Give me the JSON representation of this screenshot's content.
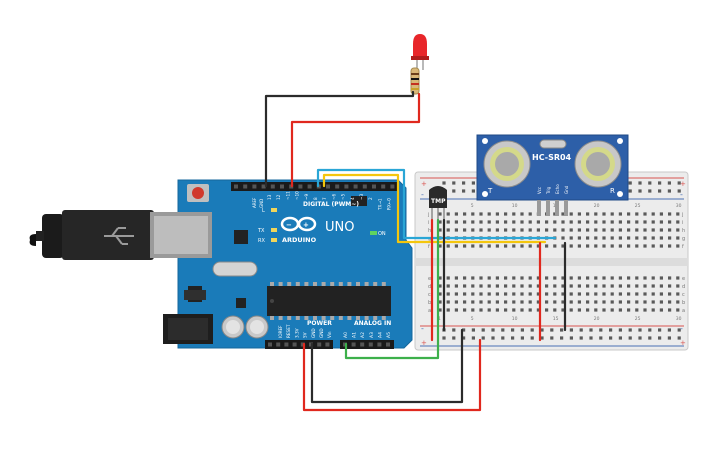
{
  "arduino": {
    "logo": "ARDUINO",
    "model": "UNO",
    "digital_label": "DIGITAL (PWM~)",
    "power_label": "POWER",
    "analog_label": "ANALOG IN",
    "on_label": "ON",
    "l_label": "L",
    "tx_label": "TX",
    "rx_label": "RX",
    "aref_label": "AREF",
    "gnd_label": "GND",
    "digital_pins": [
      "13",
      "12",
      "~11",
      "~10",
      "~9",
      "8",
      "7",
      "~6",
      "~5",
      "4",
      "~3",
      "2",
      "TX→1",
      "RX←0"
    ],
    "power_pins": [
      "IOREF",
      "RESET",
      "3.3V",
      "5V",
      "GND",
      "GND",
      "Vin"
    ],
    "analog_pins": [
      "A0",
      "A1",
      "A2",
      "A3",
      "A4",
      "A5"
    ]
  },
  "sensor": {
    "label": "HC-SR04",
    "pins": [
      "Vcc",
      "Trig",
      "Echo",
      "Gnd"
    ]
  },
  "tmp_sensor": {
    "label": "TMP"
  },
  "breadboard": {
    "rows_top": [
      "j",
      "i",
      "h",
      "g",
      "f"
    ],
    "rows_bottom": [
      "e",
      "d",
      "c",
      "b",
      "a"
    ],
    "col_numbers": [
      "1",
      "",
      "",
      "",
      "5",
      "",
      "",
      "",
      "",
      "10",
      "",
      "",
      "",
      "",
      "15",
      "",
      "",
      "",
      "",
      "20",
      "",
      "",
      "",
      "",
      "25",
      "",
      "",
      "",
      "",
      "30"
    ],
    "rail_plus": "+",
    "rail_minus": "-"
  },
  "colors": {
    "arduino_board": "#1a7bb9",
    "breadboard": "#ececec",
    "rail_red": "#d9534f",
    "rail_blue": "#4a6fb3",
    "wire_red": "#e0281e",
    "wire_black": "#2b2b2b",
    "wire_yellow": "#f4c60d",
    "wire_blue": "#2aa6d6",
    "wire_green": "#3db04b",
    "sensor_board": "#2d5fa8",
    "led_red": "#e8262a"
  }
}
